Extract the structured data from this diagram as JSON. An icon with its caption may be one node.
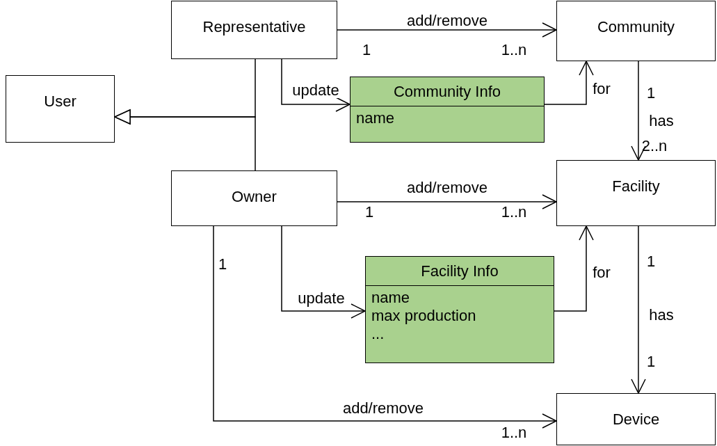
{
  "diagram": {
    "nodes": [
      {
        "text": [
          "Representative"
        ]
      },
      {
        "text": [
          "Community"
        ]
      },
      {
        "text": [
          "User"
        ]
      },
      {
        "text": [
          "Community Info",
          "name"
        ]
      },
      {
        "text": [
          "Owner"
        ]
      },
      {
        "text": [
          "Facility"
        ]
      },
      {
        "text": [
          "Facility Info",
          "name",
          "max production",
          "..."
        ]
      },
      {
        "text": [
          "Device"
        ]
      }
    ],
    "edges": [
      {
        "from": 0,
        "to": 1,
        "arrow": "to",
        "label": "add/remove"
      },
      {
        "from": 0,
        "to": 3,
        "arrow": "to",
        "label": "update"
      },
      {
        "from": 3,
        "to": 1,
        "arrow": "to",
        "label": "for"
      },
      {
        "from": 0,
        "to": 2,
        "arrow": "to"
      },
      {
        "from": 4,
        "to": 2,
        "arrow": "to"
      },
      {
        "from": 1,
        "to": 5,
        "arrow": "to",
        "label": "has"
      },
      {
        "from": 4,
        "to": 5,
        "arrow": "to",
        "label": "add/remove"
      },
      {
        "from": 4,
        "to": 6,
        "arrow": "to",
        "label": "update"
      },
      {
        "from": 6,
        "to": 5,
        "arrow": "to",
        "label": "for"
      },
      {
        "from": 5,
        "to": 7,
        "arrow": "to",
        "label": "has"
      },
      {
        "from": 4,
        "to": 7,
        "arrow": "to",
        "label": "add/remove"
      }
    ],
    "labels": [
      "1",
      "1..n",
      "1",
      "2..n",
      "1",
      "1..n",
      "1",
      "1",
      "1",
      "1..n"
    ]
  }
}
